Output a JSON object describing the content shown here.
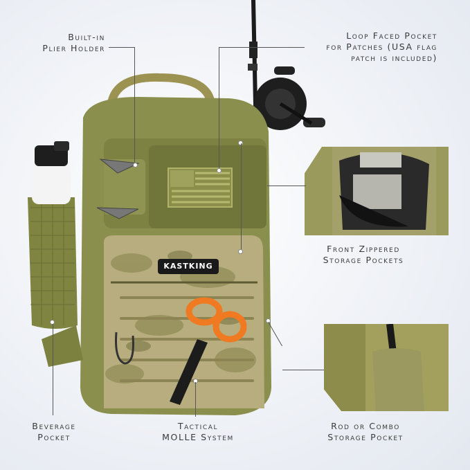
{
  "brand_patch": "KASTKING",
  "labels": {
    "plier_holder": [
      "Built-in",
      "Plier Holder"
    ],
    "loop_pocket": [
      "Loop Faced Pocket",
      "for Patches (USA flag",
      "patch is included)"
    ],
    "front_pockets": [
      "Front Zippered",
      "Storage Pockets"
    ],
    "beverage": [
      "Beverage",
      "Pocket"
    ],
    "molle": [
      "Tactical",
      "MOLLE System"
    ],
    "rod_pocket": [
      "Rod or Combo",
      "Storage Pocket"
    ]
  },
  "colors": {
    "olive": "#8a8f4e",
    "olive_dark": "#6b7036",
    "camo_light": "#b7ad7e",
    "orange": "#f07a22"
  }
}
